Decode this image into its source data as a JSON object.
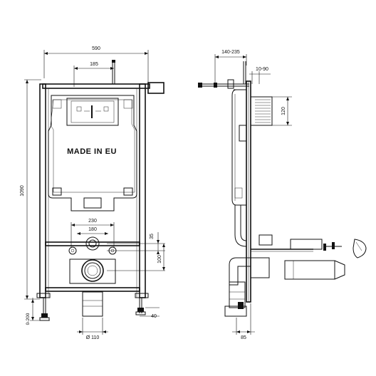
{
  "front_view": {
    "width_label": "590",
    "height_label": "1090",
    "pipe_offset_label": "185",
    "cistern_text": "MADE IN EU",
    "bolt_spacing_label": "230",
    "bracket_spacing_label": "180",
    "center_offset_label": "35",
    "outlet_height_label": "100",
    "leg_adjust_label": "0-200",
    "foot_label": "40",
    "outlet_diameter_label": "Ø 110"
  },
  "side_view": {
    "depth_label": "140-235",
    "wall_gap_label": "10-90",
    "plate_height_label": "120",
    "foot_depth_label": "85"
  },
  "colors": {
    "line": "#111111",
    "background": "#ffffff"
  }
}
